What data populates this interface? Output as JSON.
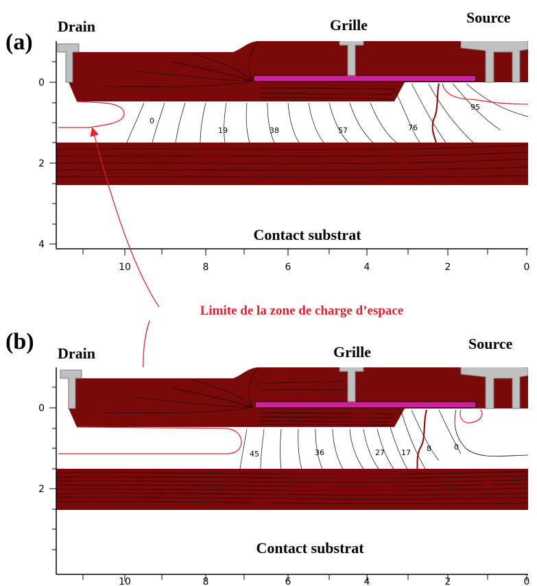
{
  "colors": {
    "oxide": "#7a0a0a",
    "gate_plate": "#d21f9a",
    "metal": "#c0c0c0",
    "depletion_edge": "#e31e24",
    "annotation": "#d7262b"
  },
  "annotation": "Limite de la zone de charge d’espace",
  "panels": [
    {
      "label": "(a)",
      "drain": "Drain",
      "gate": "Grille",
      "source": "Source",
      "substrate": "Contact substrat",
      "y_ticks": [
        "0",
        "2",
        "4"
      ],
      "x_ticks": [
        "10",
        "8",
        "6",
        "4",
        "2",
        "0"
      ],
      "contour_labels": [
        "0",
        "19",
        "38",
        "57",
        "76",
        "95"
      ]
    },
    {
      "label": "(b)",
      "drain": "Drain",
      "gate": "Grille",
      "source": "Source",
      "substrate": "Contact substrat",
      "y_ticks": [
        "0",
        "2"
      ],
      "x_ticks": [
        "10",
        "8",
        "6",
        "4",
        "2",
        "0"
      ],
      "contour_labels": [
        "45",
        "36",
        "27",
        "17",
        "8",
        "0"
      ]
    }
  ]
}
